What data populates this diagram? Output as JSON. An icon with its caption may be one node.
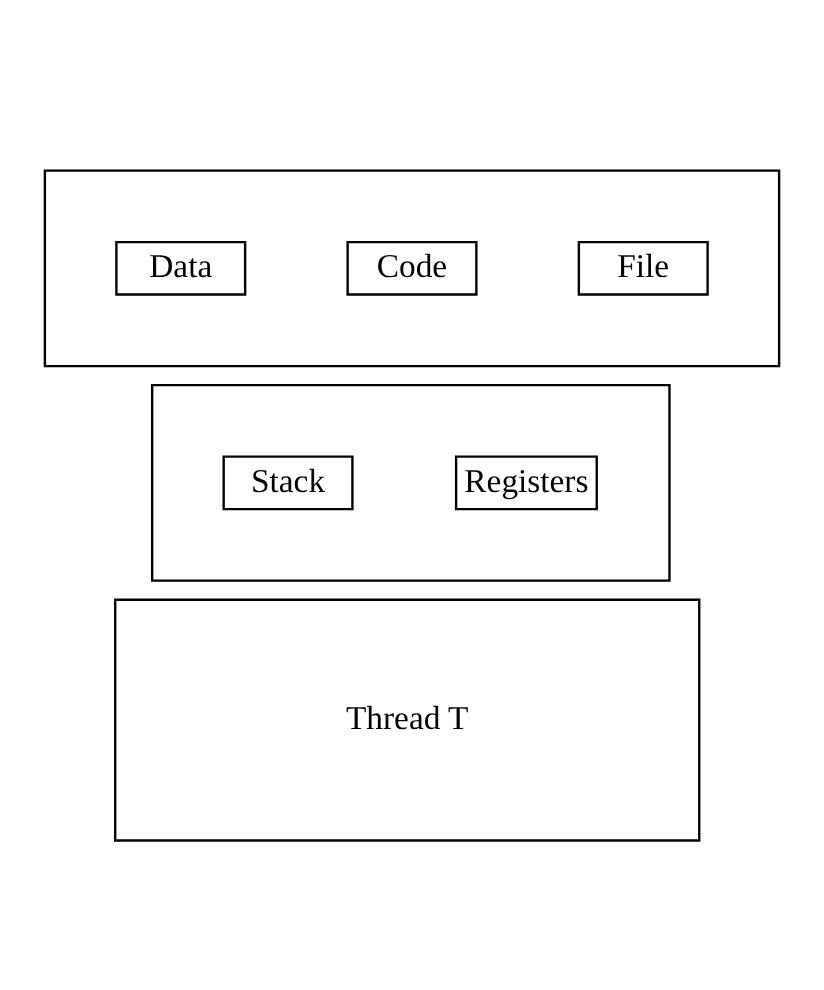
{
  "diagram": {
    "nodes": [
      {
        "text": [],
        "shape": "box"
      },
      {
        "text": [
          "Code"
        ],
        "in": 0
      },
      {
        "text": [
          "Data"
        ],
        "in": 0
      },
      {
        "text": [
          "File"
        ],
        "in": 0
      },
      {
        "text": [],
        "shape": "box"
      },
      {
        "text": [
          "Registers"
        ],
        "in": 4
      },
      {
        "text": [
          "Stack"
        ],
        "in": 4
      },
      {
        "text": [
          "Thread T"
        ]
      }
    ],
    "edges": []
  }
}
